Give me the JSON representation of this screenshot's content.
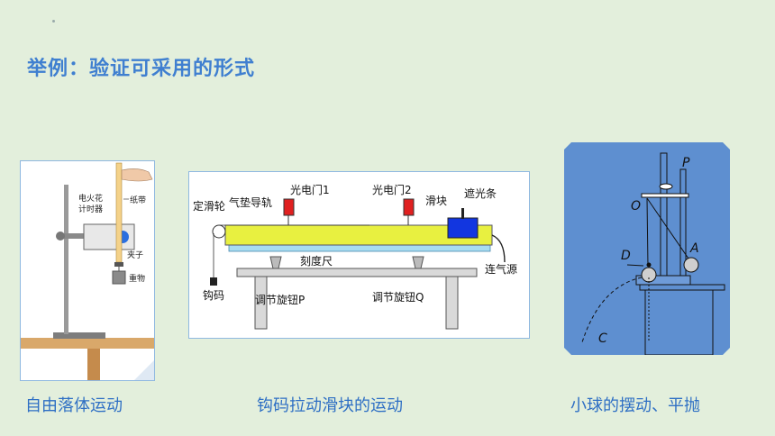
{
  "slide": {
    "title": "举例：验证可采用的形式"
  },
  "panels": {
    "free_fall": {
      "caption": "自由落体运动",
      "labels": {
        "timer": "电火花",
        "timer2": "计时器",
        "tape": "纸带",
        "clip": "夹子",
        "weight": "重物"
      }
    },
    "air_track": {
      "caption": "钩码拉动滑块的运动",
      "labels": {
        "pulley": "定滑轮",
        "track": "气垫导轨",
        "gate1": "光电门1",
        "gate2": "光电门2",
        "slider": "滑块",
        "shade": "遮光条",
        "ruler": "刻度尺",
        "air": "连气源",
        "hook": "钩码",
        "knobP": "调节旋钮P",
        "knobQ": "调节旋钮Q"
      }
    },
    "pendulum": {
      "caption": "小球的摆动、平抛",
      "labels": {
        "P": "P",
        "O": "O",
        "A": "A",
        "D": "D",
        "C": "C"
      }
    }
  },
  "colors": {
    "background": "#E3EFDC",
    "title": "#3F7FD0",
    "caption": "#2E6FC4",
    "pendulum_bg": "#5E8FD0",
    "track_yellow": "#E8F040",
    "slider_blue": "#1236E0",
    "gate_red": "#E02020"
  }
}
